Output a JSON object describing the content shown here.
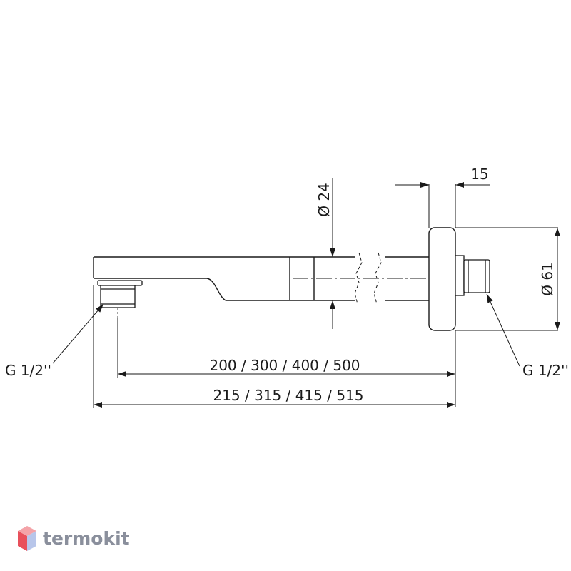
{
  "drawing": {
    "thread_left_label": "G 1/2''",
    "thread_right_label": "G 1/2''",
    "dim_inner_length": "200 / 300 / 400 / 500",
    "dim_total_length": "215 / 315 / 415 / 515",
    "dim_pipe_diameter": "Ø 24",
    "dim_flange_diameter": "Ø 61",
    "dim_flange_thickness": "15"
  },
  "watermark": {
    "brand": "termokit",
    "colors": {
      "cube_top": "#f4a3a8",
      "cube_left": "#e8505b",
      "cube_right": "#b8c6ea",
      "text": "#8a8f9c"
    }
  }
}
